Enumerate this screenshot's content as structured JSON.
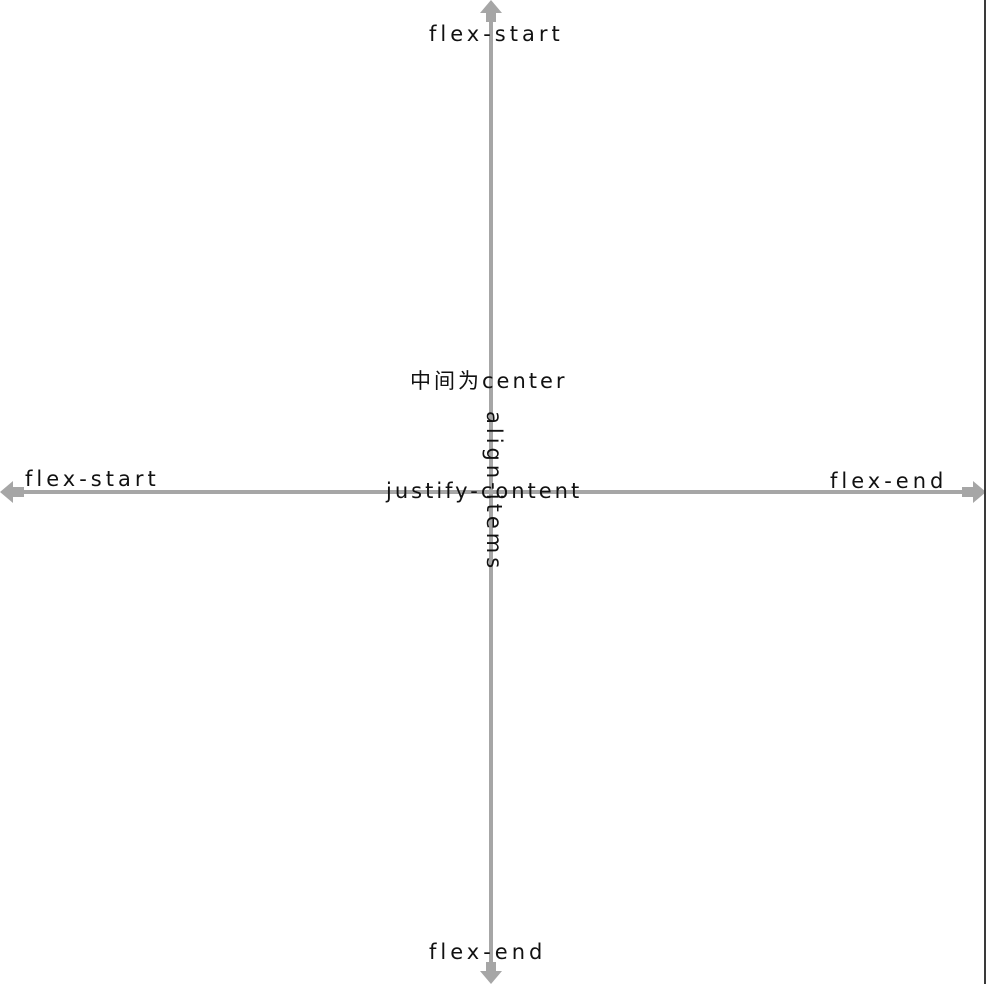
{
  "colors": {
    "axis": "#a6a6a6",
    "text": "#111111",
    "border": "#3a3a3a",
    "background": "#ffffff"
  },
  "vertical_axis": {
    "name": "align-items",
    "start_label": "flex-start",
    "end_label": "flex-end"
  },
  "horizontal_axis": {
    "name": "justify-content",
    "start_label": "flex-start",
    "end_label": "flex-end"
  },
  "center_note": "中间为center"
}
